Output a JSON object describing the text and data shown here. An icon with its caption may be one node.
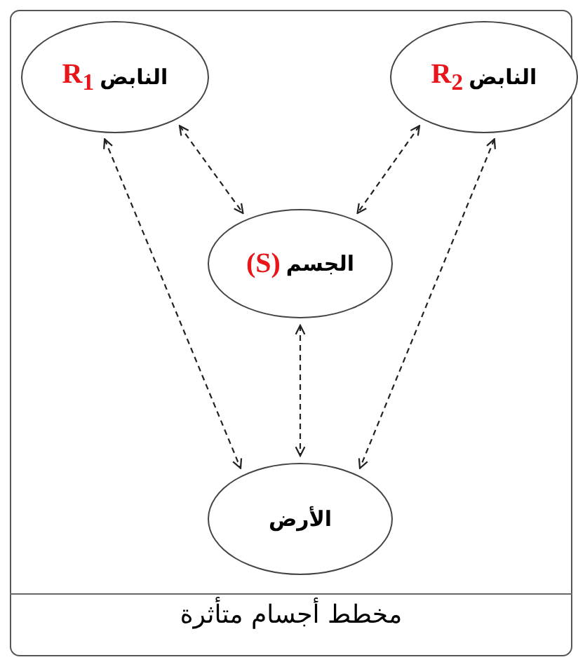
{
  "diagram": {
    "caption": "مخطط أجسام متأثرة",
    "nodes": [
      {
        "text": [
          "النابض",
          "R$_{1}$"
        ]
      },
      {
        "text": [
          "النابض",
          "R$_{2}$"
        ]
      },
      {
        "text": [
          "الجسم",
          "(S)"
        ]
      },
      {
        "text": [
          "الأرض"
        ]
      }
    ],
    "edges": [
      {
        "from": 0,
        "to": 2,
        "arrow": "both",
        "style": "dashed"
      },
      {
        "from": 1,
        "to": 2,
        "arrow": "both",
        "style": "dashed"
      },
      {
        "from": 0,
        "to": 3,
        "arrow": "both",
        "style": "dashed"
      },
      {
        "from": 1,
        "to": 3,
        "arrow": "both",
        "style": "dashed"
      },
      {
        "from": 2,
        "to": 3,
        "arrow": "both",
        "style": "dashed"
      }
    ]
  }
}
